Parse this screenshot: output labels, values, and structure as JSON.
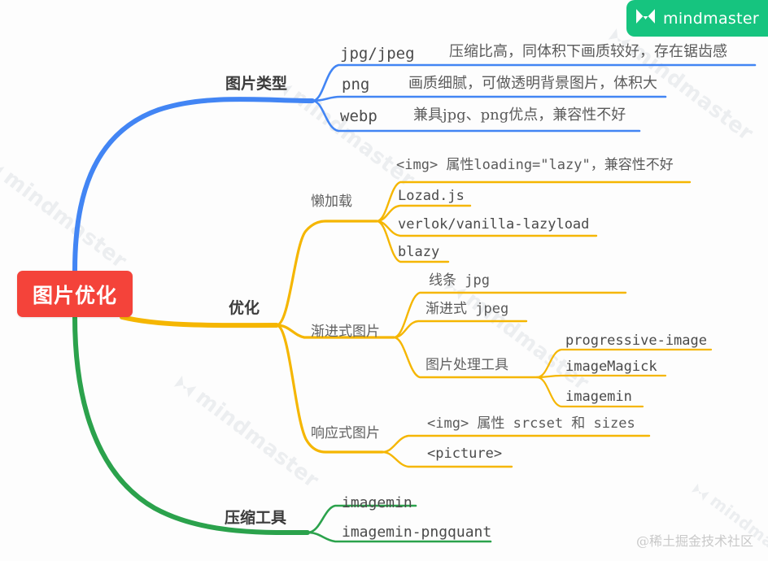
{
  "brand": {
    "name": "mindmaster",
    "icon": "mindmaster-logo-icon",
    "color": "#16c47f"
  },
  "watermark": {
    "text": "mindmaster",
    "footer_credit": "@稀土掘金技术社区"
  },
  "mindmap": {
    "root": {
      "label": "图片优化",
      "color": "#f4433a",
      "text_color": "#ffffff"
    },
    "branches": [
      {
        "label": "图片类型",
        "color": "#4285f4",
        "children": [
          {
            "label": "jpg/jpeg",
            "children": [
              {
                "label": "压缩比高，同体积下画质较好，存在锯齿感"
              }
            ]
          },
          {
            "label": "png",
            "children": [
              {
                "label": "画质细腻，可做透明背景图片，体积大"
              }
            ]
          },
          {
            "label": "webp",
            "children": [
              {
                "label": "兼具jpg、png优点，兼容性不好"
              }
            ]
          }
        ]
      },
      {
        "label": "优化",
        "color": "#f5b601",
        "children": [
          {
            "label": "懒加载",
            "children": [
              {
                "label": "<img> 属性loading=\"lazy\"，兼容性不好"
              },
              {
                "label": "Lozad.js"
              },
              {
                "label": "verlok/vanilla-lazyload"
              },
              {
                "label": "blazy"
              }
            ]
          },
          {
            "label": "渐进式图片",
            "children": [
              {
                "label": "线条 jpg"
              },
              {
                "label": "渐进式 jpeg"
              },
              {
                "label": "图片处理工具",
                "children": [
                  {
                    "label": "progressive-image"
                  },
                  {
                    "label": "imageMagick"
                  },
                  {
                    "label": "imagemin"
                  }
                ]
              }
            ]
          },
          {
            "label": "响应式图片",
            "children": [
              {
                "label": "<img> 属性 srcset 和 sizes"
              },
              {
                "label": "<picture>"
              }
            ]
          }
        ]
      },
      {
        "label": "压缩工具",
        "color": "#2ba24c",
        "children": [
          {
            "label": "imagemin"
          },
          {
            "label": "imagemin-pngquant"
          }
        ]
      }
    ]
  },
  "colors": {
    "blue": "#4285f4",
    "yellow": "#f5b601",
    "green": "#2ba24c",
    "red": "#f4433a",
    "brand_green": "#16c47f",
    "background": "#fdfdfd"
  }
}
